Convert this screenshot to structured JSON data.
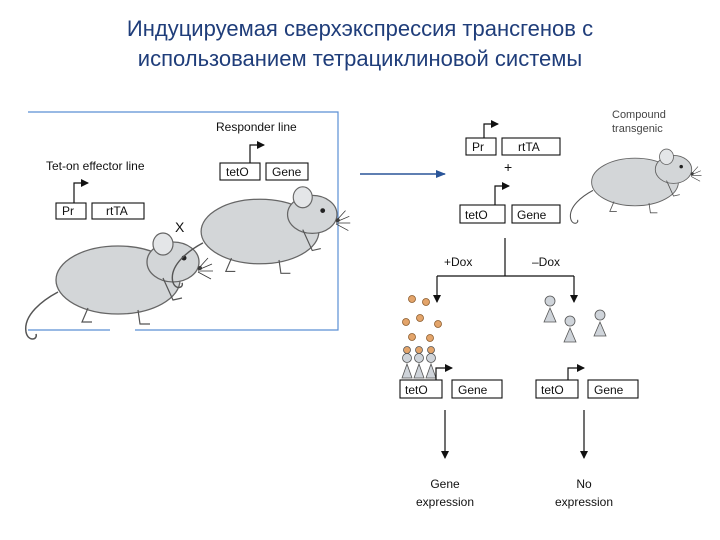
{
  "title": {
    "line1": "Индуцируемая сверхэкспрессия трансгенов с",
    "line2": "использованием тетрациклиновой системы"
  },
  "left_panel": {
    "responder_line": "Responder line",
    "effector_line": "Tet-on effector line",
    "pr": "Pr",
    "rtta": "rtTA",
    "teto": "tetO",
    "gene": "Gene",
    "cross": "X"
  },
  "right_panel": {
    "compound_line1": "Compound",
    "compound_line2": "transgenic",
    "pr": "Pr",
    "rtta": "rtTA",
    "plus": "+",
    "teto": "tetO",
    "gene": "Gene",
    "plus_dox": "+Dox",
    "minus_dox": "–Dox",
    "left_teto": "tetO",
    "left_gene": "Gene",
    "right_teto": "tetO",
    "right_gene": "Gene",
    "result_left_line1": "Gene",
    "result_left_line2": "expression",
    "result_right_line1": "No",
    "result_right_line2": "expression"
  },
  "colors": {
    "title": "#1f3d7a",
    "panel_border": "#5b8fd4",
    "dox_dot": "#e3a46a",
    "rtta_shape": "#cfd4da",
    "mouse_body": "#d3d6d8"
  },
  "icons": [
    "mouse-icon",
    "arrow-right-icon",
    "arrow-down-icon",
    "promoter-arrow-icon",
    "dox-molecule-icon",
    "rtta-protein-icon"
  ]
}
